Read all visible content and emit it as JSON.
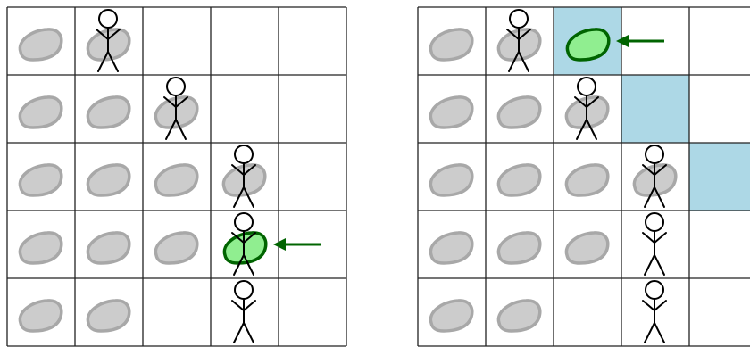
{
  "colors": {
    "grid_line": "#222222",
    "background": "#ffffff",
    "highlight": "#add8e6",
    "stone_fill": "#cccccc",
    "stone_stroke": "#a8a8a8",
    "active_fill": "#90ee90",
    "active_stroke": "#006400",
    "arrow": "#006400",
    "figure_stroke": "#000000"
  },
  "icons": {
    "stone": "stone-icon",
    "figure": "stick-figure-icon",
    "arrow": "arrow-left-icon"
  },
  "panels": [
    {
      "id": "left",
      "rows": 5,
      "cols": 5,
      "stones": [
        [
          0,
          0
        ],
        [
          0,
          1
        ],
        [
          1,
          0
        ],
        [
          1,
          1
        ],
        [
          1,
          2
        ],
        [
          2,
          0
        ],
        [
          2,
          1
        ],
        [
          2,
          2
        ],
        [
          2,
          3
        ],
        [
          3,
          0
        ],
        [
          3,
          1
        ],
        [
          3,
          2
        ],
        [
          4,
          0
        ],
        [
          4,
          1
        ]
      ],
      "active_stones": [
        [
          3,
          3
        ]
      ],
      "figures": [
        [
          0,
          1
        ],
        [
          1,
          2
        ],
        [
          2,
          3
        ],
        [
          3,
          3
        ],
        [
          4,
          3
        ]
      ],
      "highlights": [],
      "arrows": [
        [
          3,
          3
        ]
      ]
    },
    {
      "id": "right",
      "rows": 5,
      "cols": 5,
      "stones": [
        [
          0,
          0
        ],
        [
          0,
          1
        ],
        [
          1,
          0
        ],
        [
          1,
          1
        ],
        [
          1,
          2
        ],
        [
          2,
          0
        ],
        [
          2,
          1
        ],
        [
          2,
          2
        ],
        [
          2,
          3
        ],
        [
          3,
          0
        ],
        [
          3,
          1
        ],
        [
          3,
          2
        ],
        [
          4,
          0
        ],
        [
          4,
          1
        ]
      ],
      "active_stones": [
        [
          0,
          2
        ]
      ],
      "figures": [
        [
          0,
          1
        ],
        [
          1,
          2
        ],
        [
          2,
          3
        ],
        [
          3,
          3
        ],
        [
          4,
          3
        ]
      ],
      "highlights": [
        [
          0,
          2
        ],
        [
          1,
          3
        ],
        [
          2,
          4
        ]
      ],
      "arrows": [
        [
          0,
          2
        ]
      ]
    }
  ]
}
